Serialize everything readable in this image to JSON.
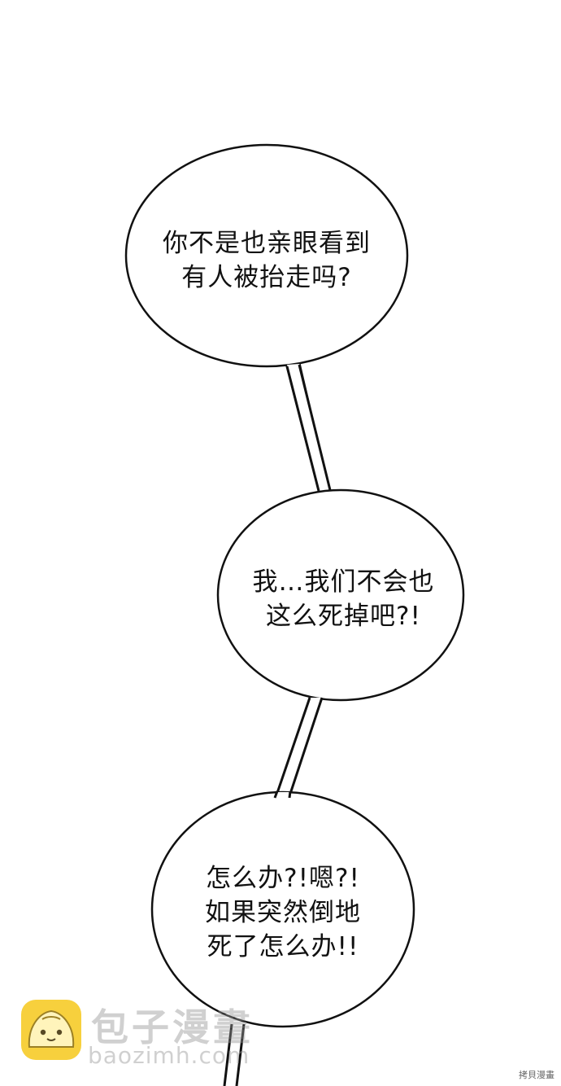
{
  "bubbles": [
    {
      "lines": [
        "你不是也亲眼看到",
        "有人被抬走吗?"
      ]
    },
    {
      "lines": [
        "我…我们不会也",
        "这么死掉吧?!"
      ]
    },
    {
      "lines": [
        "怎么办?!嗯?!",
        "如果突然倒地",
        "死了怎么办!!"
      ]
    }
  ],
  "watermark": {
    "brand": "包子漫畫",
    "url": "baozimh.com",
    "logo_icon": "bun-mascot-icon"
  },
  "corner_tag": "拷貝漫畫"
}
